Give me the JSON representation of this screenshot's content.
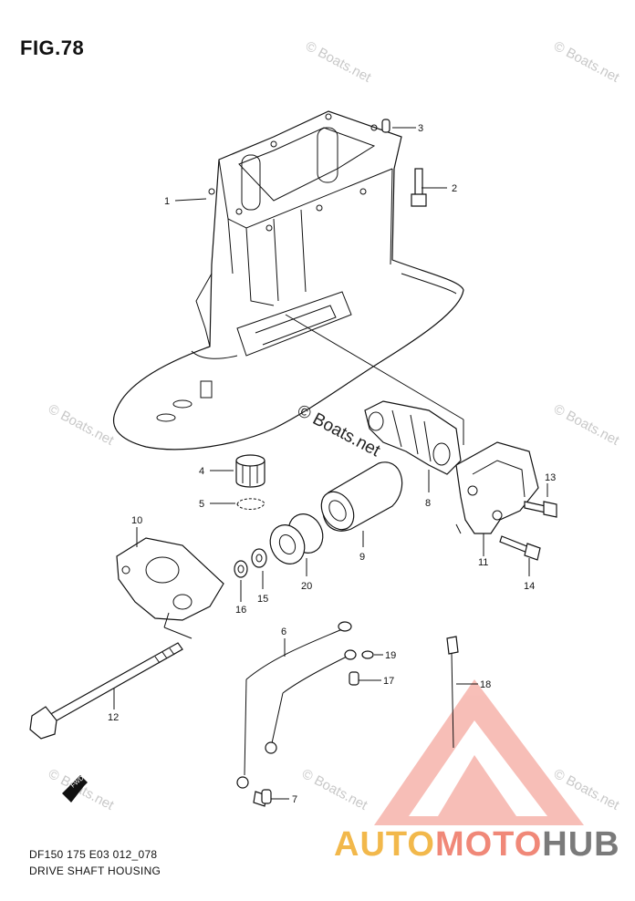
{
  "figure": {
    "title": "FIG.78",
    "code": "DF150 175 E03 012_078",
    "name": "DRIVE SHAFT HOUSING"
  },
  "watermarks": {
    "corner_text": "© Boats.net",
    "center_text": "© Boats.net"
  },
  "brand": {
    "part1": "AUTO",
    "part2": "MOTO",
    "part3": "HUB",
    "colors": {
      "auto": "#f2b84b",
      "moto": "#f08878",
      "hub": "#7a7a7a",
      "triangle": "#f08878"
    }
  },
  "fwd_arrow": {
    "label": "FWD"
  },
  "callouts": [
    "1",
    "2",
    "3",
    "4",
    "5",
    "6",
    "7",
    "8",
    "9",
    "10",
    "11",
    "12",
    "13",
    "14",
    "15",
    "16",
    "17",
    "18",
    "19",
    "20"
  ]
}
